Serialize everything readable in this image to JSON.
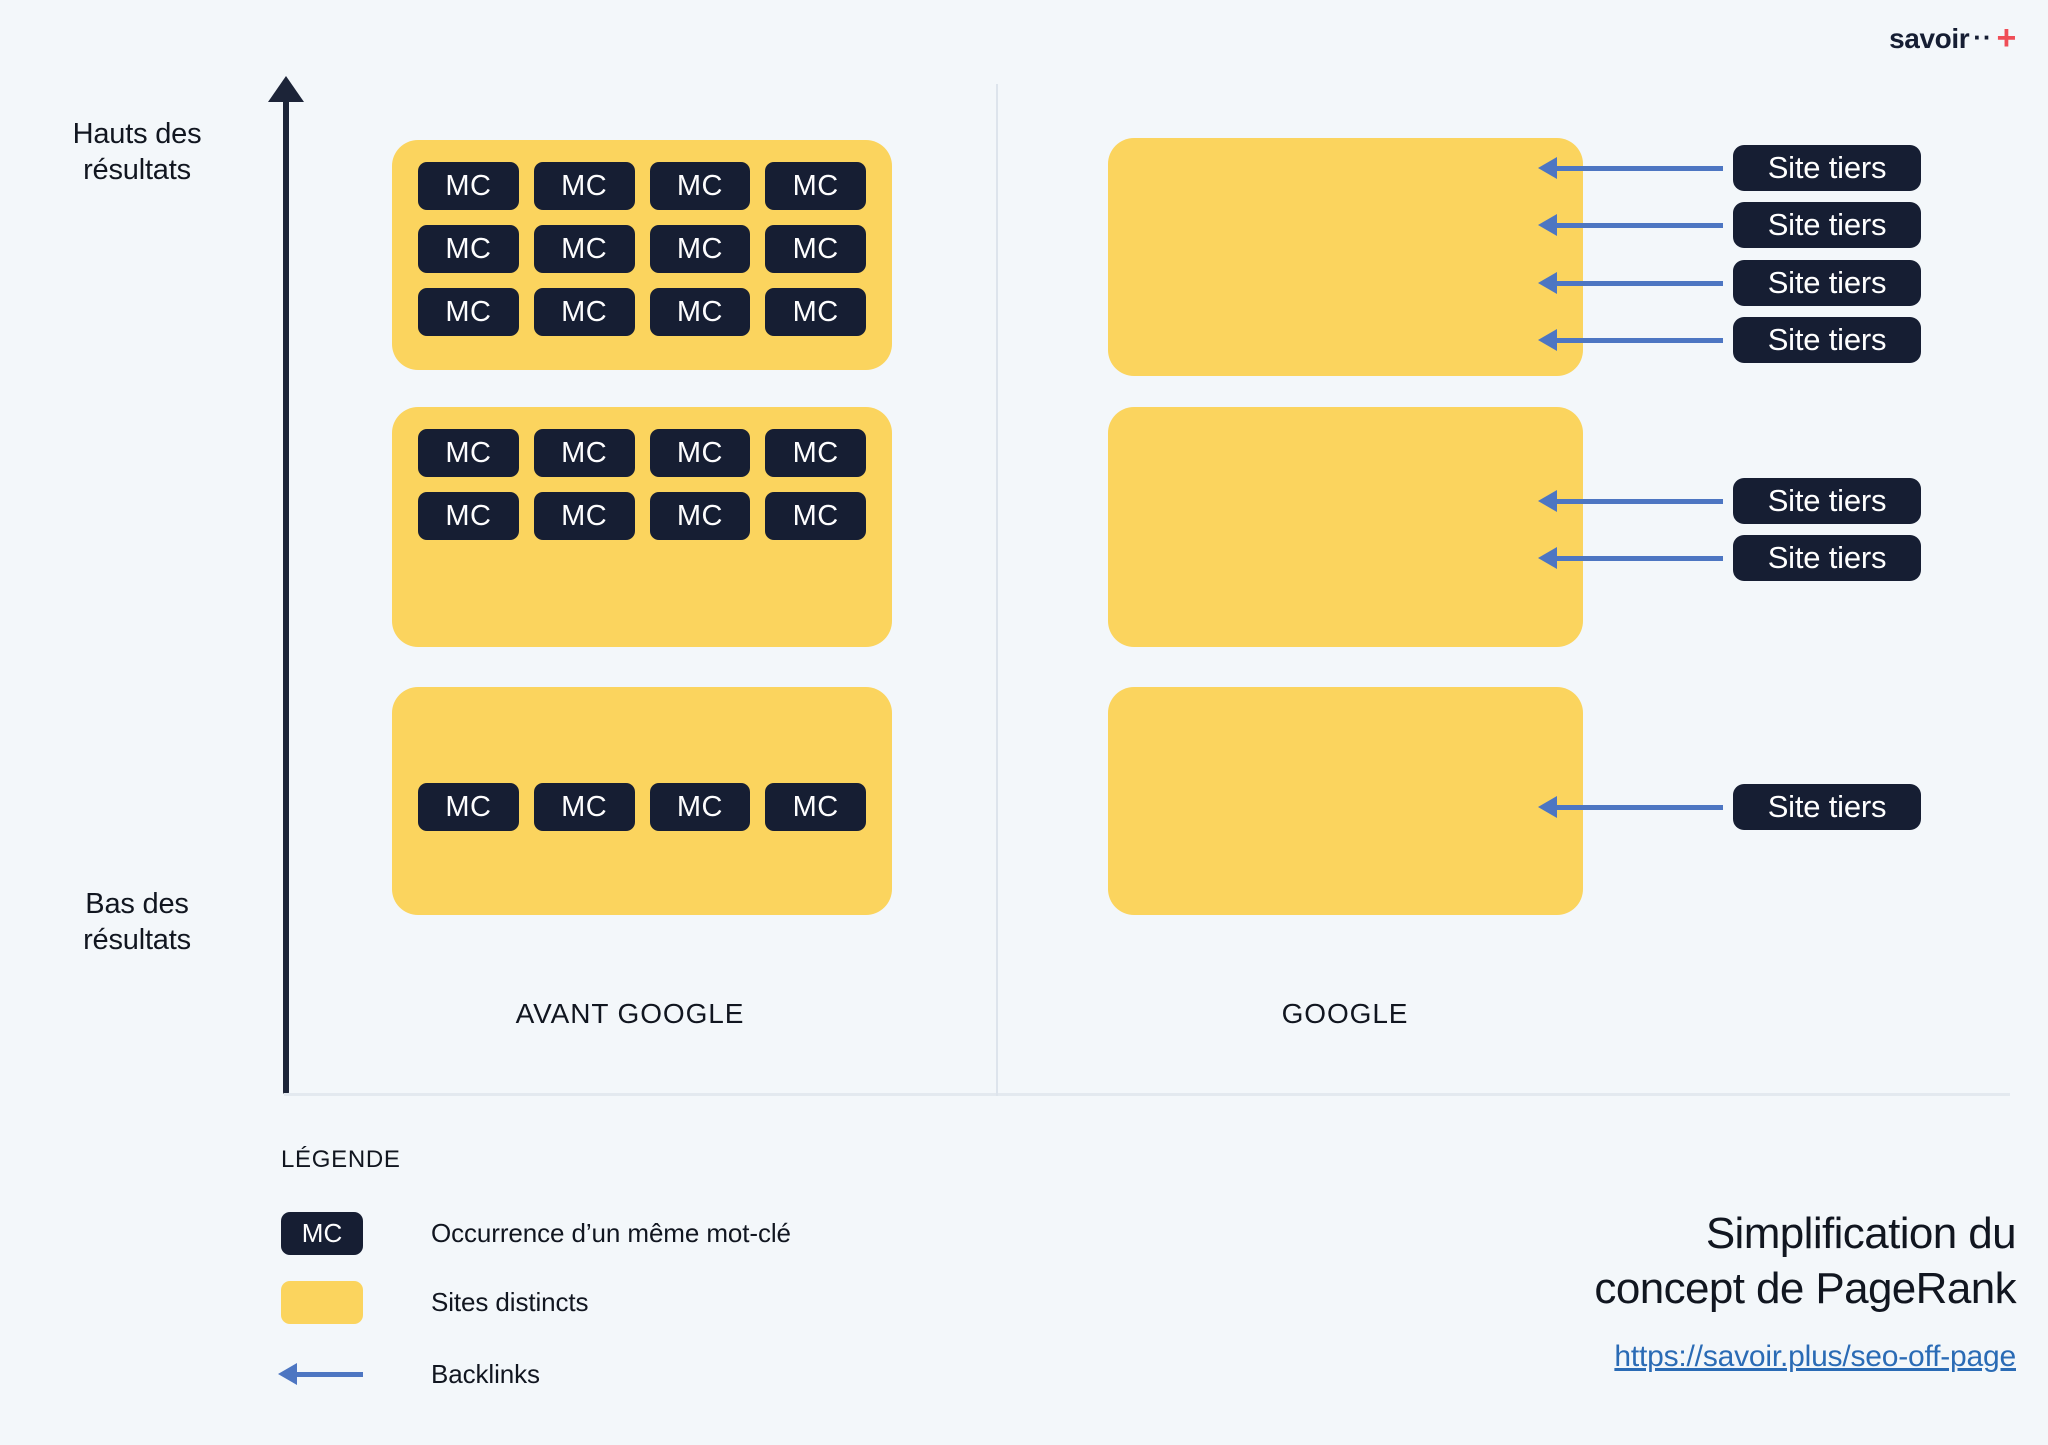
{
  "brand": {
    "name": "savoir",
    "dots": "··",
    "plus": "+"
  },
  "axis": {
    "top_label": "Hauts des\nrésultats",
    "top_label_line1": "Hauts des",
    "top_label_line2": "résultats",
    "bottom_label_line1": "Bas des",
    "bottom_label_line2": "résultats",
    "arrow_direction": "up"
  },
  "columns": {
    "left": {
      "label": "AVANT GOOGLE"
    },
    "right": {
      "label": "GOOGLE"
    }
  },
  "mc_label": "MC",
  "site_label": "Site tiers",
  "left_blocks": [
    {
      "id": "left-block-1",
      "rows": [
        [
          "MC",
          "MC",
          "MC",
          "MC"
        ],
        [
          "MC",
          "MC",
          "MC",
          "MC"
        ],
        [
          "MC",
          "MC",
          "MC",
          "MC"
        ]
      ]
    },
    {
      "id": "left-block-2",
      "rows": [
        [
          "MC",
          "MC",
          "MC",
          "MC"
        ],
        [
          "MC",
          "MC",
          "MC",
          "MC"
        ]
      ]
    },
    {
      "id": "left-block-3",
      "rows": [
        [
          "MC",
          "MC",
          "MC",
          "MC"
        ]
      ]
    }
  ],
  "right_blocks": [
    {
      "id": "right-block-1",
      "backlinks": [
        "Site tiers",
        "Site tiers",
        "Site tiers",
        "Site tiers"
      ]
    },
    {
      "id": "right-block-2",
      "backlinks": [
        "Site tiers",
        "Site tiers"
      ]
    },
    {
      "id": "right-block-3",
      "backlinks": [
        "Site tiers"
      ]
    }
  ],
  "legend": {
    "title": "LÉGENDE",
    "items": [
      {
        "swatch": "mc-chip",
        "swatch_label": "MC",
        "text": "Occurrence d’un même mot-clé"
      },
      {
        "swatch": "yellow-square",
        "swatch_label": "",
        "text": "Sites distincts"
      },
      {
        "swatch": "blue-arrow-left",
        "swatch_label": "",
        "text": "Backlinks"
      }
    ]
  },
  "footer": {
    "title_line1": "Simplification du",
    "title_line2": "concept de PageRank",
    "link": "https://savoir.plus/seo-off-page"
  },
  "colors": {
    "background": "#f3f7fa",
    "yellow": "#fbd45e",
    "navy": "#161e33",
    "arrow_blue": "#4d76c2",
    "link_blue": "#2a6bb5",
    "accent_red": "#ef4e57",
    "divider": "#dde4ec"
  }
}
